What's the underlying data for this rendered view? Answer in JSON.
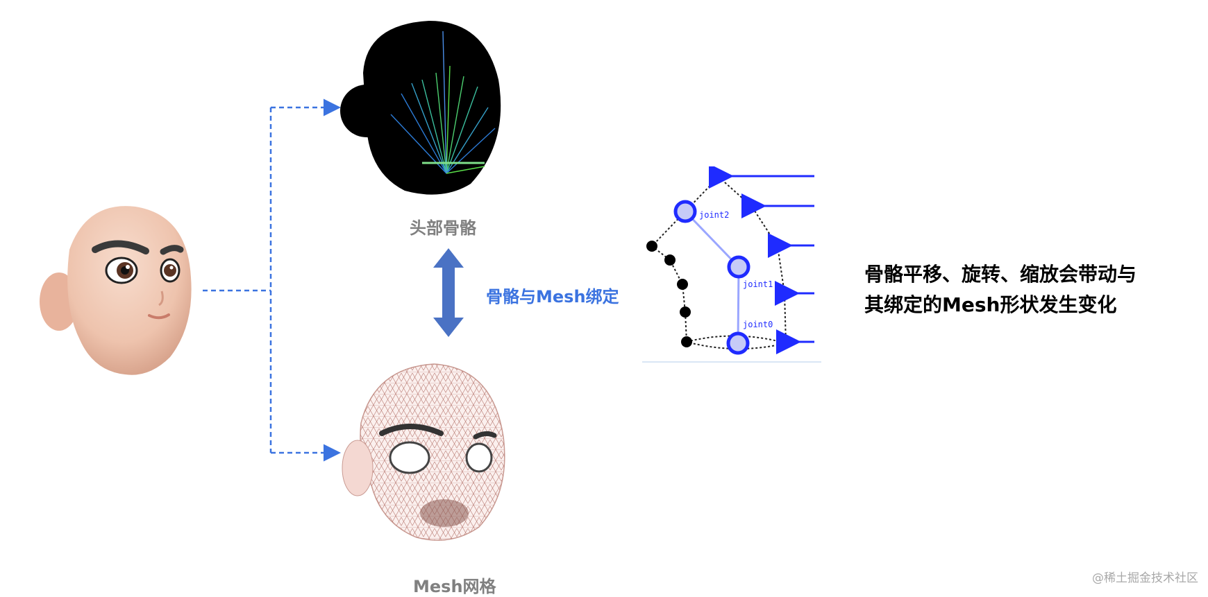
{
  "labels": {
    "head_skeleton": "头部骨骼",
    "binding": "骨骼与Mesh绑定",
    "mesh": "Mesh网格"
  },
  "caption": {
    "line1": "骨骼平移、旋转、缩放会带动与",
    "line2": "其绑定的Mesh形状发生变化"
  },
  "joints": [
    "joint2",
    "joint1",
    "joint0"
  ],
  "watermark": "@稀土掘金技术社区",
  "colors": {
    "connector": "#3b73e0",
    "double_arrow": "#4a72c4",
    "joint_blue": "#1f2bff",
    "label_blue": "#3b73e0",
    "label_gray": "#808080"
  }
}
